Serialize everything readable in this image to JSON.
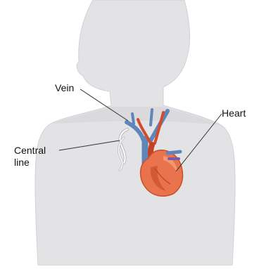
{
  "labels": {
    "vein": "Vein",
    "heart": "Heart",
    "central_line_1": "Central",
    "central_line_2": "line"
  },
  "colors": {
    "body_fill": "#e3e3e5",
    "body_outline": "#cfcfd3",
    "vein_blue": "#5f86b9",
    "artery_red": "#d34b2d",
    "heart_red": "#e8734c",
    "leader_line": "#333333",
    "catheter": "#ffffff"
  },
  "icons": {
    "figure": "child-silhouette",
    "organ": "heart-illustration"
  }
}
